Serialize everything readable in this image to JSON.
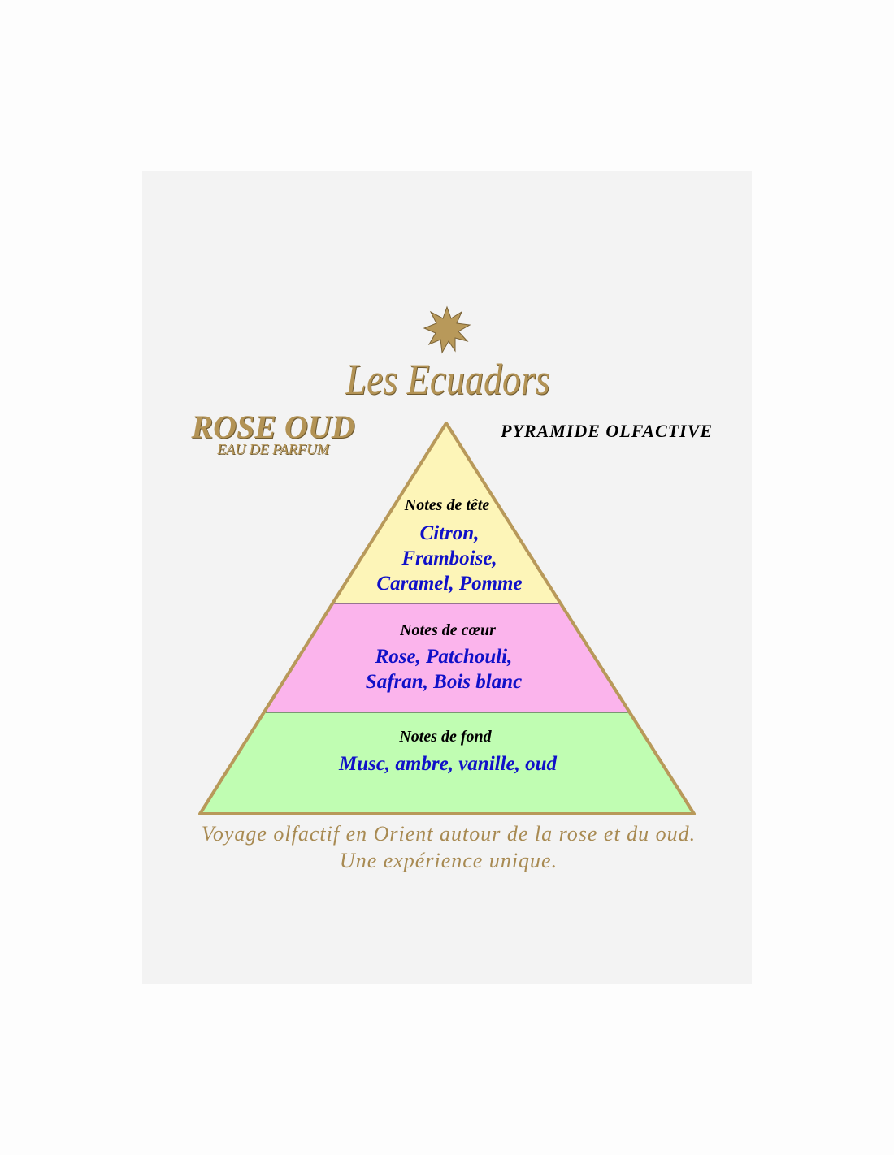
{
  "brand": "Les Ecuadors",
  "product": {
    "name": "ROSE  OUD",
    "type": "EAU DE PARFUM"
  },
  "heading": "PYRAMIDE OLFACTIVE",
  "tiers": [
    {
      "label": "Notes de tête",
      "notes": [
        "Citron,",
        "Framboise,",
        "Caramel, Pomme"
      ],
      "color": "#fdf5b8"
    },
    {
      "label": "Notes de cœur",
      "notes": [
        "Rose, Patchouli,",
        "Safran, Bois blanc"
      ],
      "color": "#fbb4ec"
    },
    {
      "label": "Notes de fond",
      "notes": [
        "Musc, ambre, vanille, oud"
      ],
      "color": "#c0fdb2"
    }
  ],
  "tagline": [
    "Voyage olfactif en Orient autour de la rose et du oud.",
    "Une expérience unique."
  ]
}
